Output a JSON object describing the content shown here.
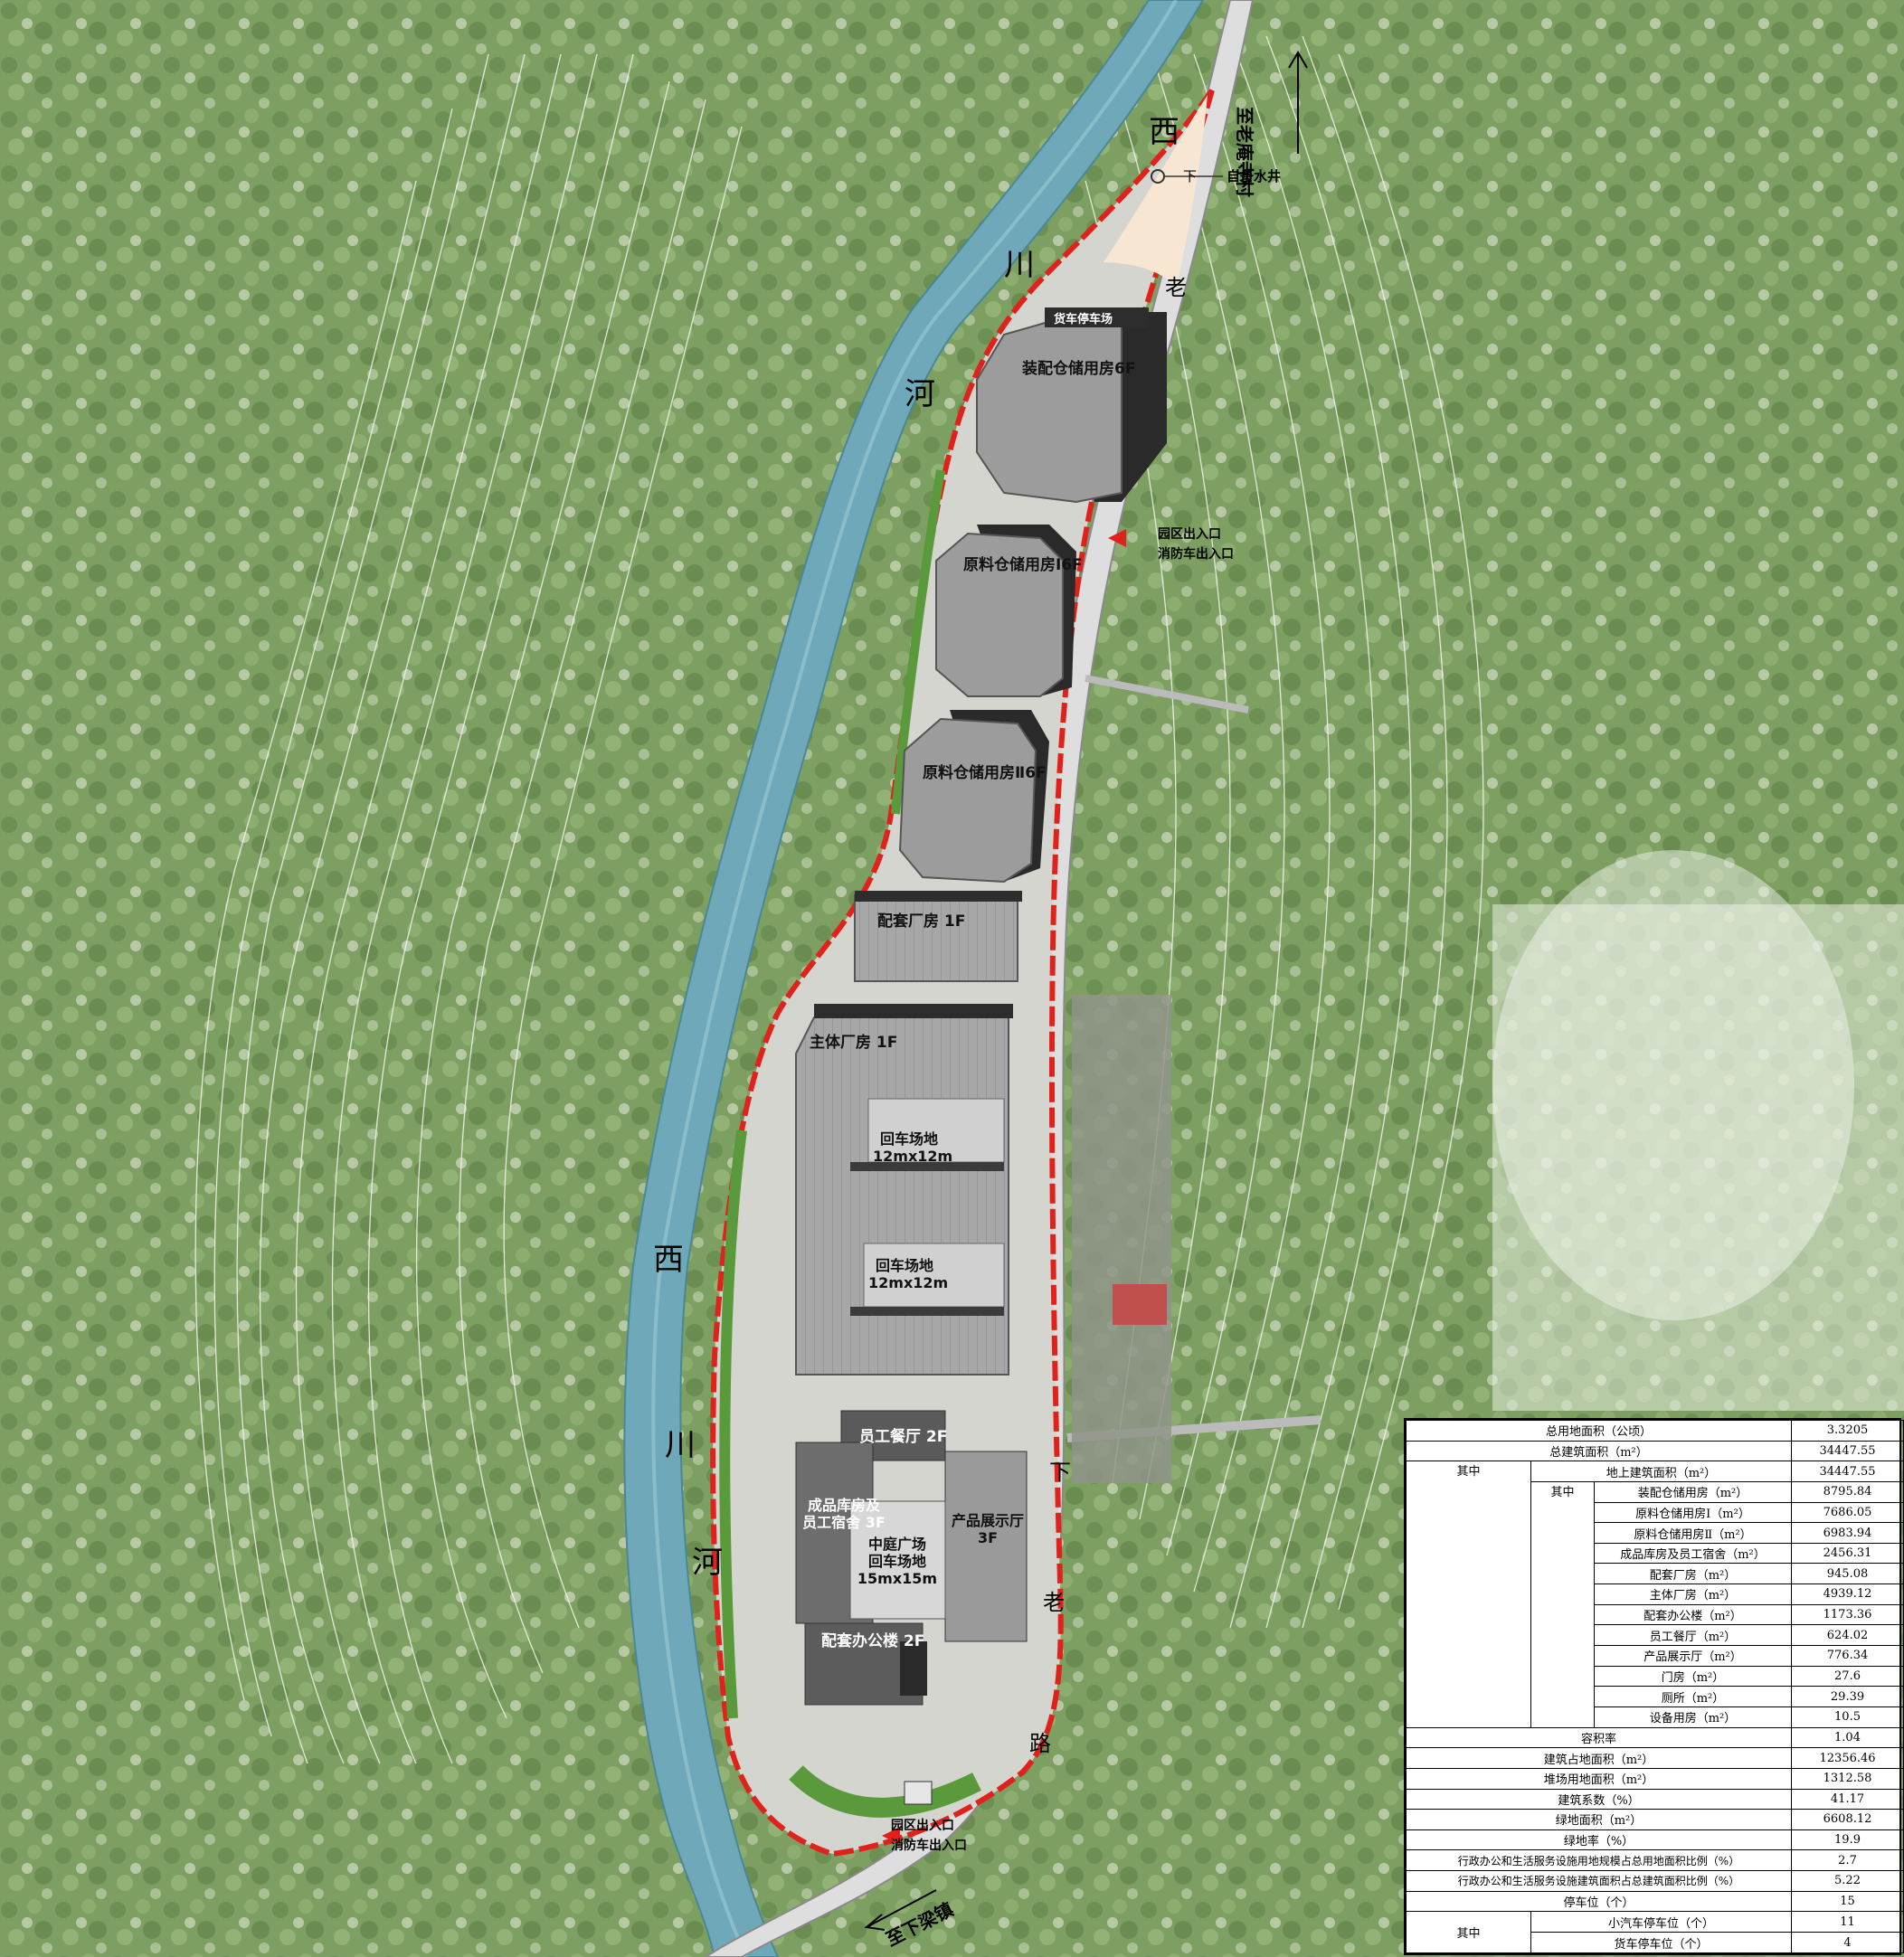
{
  "map": {
    "river_name": [
      "西",
      "川",
      "河"
    ],
    "road_name": [
      "老",
      "下",
      "路"
    ],
    "north_direction": "至老庵寺村",
    "south_direction": "至下梁镇",
    "well_label": "自备水井",
    "well_marker": "下",
    "gates": [
      {
        "line1": "园区出入口",
        "line2": "消防车出入口"
      },
      {
        "line1": "园区出入口",
        "line2": "消防车出入口"
      }
    ],
    "buildings": {
      "assembly_warehouse": "装配仓储用房6F",
      "truck_yard": "货车停车场",
      "raw_warehouse_1": "原料仓储用房Ⅰ6F",
      "raw_warehouse_2": "原料仓储用房Ⅱ6F",
      "support_workshop": "配套厂房 1F",
      "main_workshop": "主体厂房 1F",
      "turn_yard_1_a": "回车场地",
      "turn_yard_1_b": "12mx12m",
      "turn_yard_2_a": "回车场地",
      "turn_yard_2_b": "12mx12m",
      "canteen": "员工餐厅  2F",
      "dorm_a": "成品库房及",
      "dorm_b": "员工宿舍 3F",
      "showroom_a": "产品展示厅",
      "showroom_b": "3F",
      "plaza_a": "中庭广场",
      "plaza_b": "回车场地",
      "plaza_c": "15mx15m",
      "office": "配套办公楼  2F"
    }
  },
  "stats": {
    "rows": [
      {
        "k1": "总用地面积（公顷）",
        "v": "3.3205"
      },
      {
        "k1": "总建筑面积（m²）",
        "v": "34447.55"
      },
      {
        "g": "其中",
        "k1": "地上建筑面积（m²）",
        "v": "34447.55"
      },
      {
        "g2": "其中",
        "k1": "装配仓储用房（m²）",
        "v": "8795.84"
      },
      {
        "k1": "原料仓储用房Ⅰ（m²）",
        "v": "7686.05"
      },
      {
        "k1": "原料仓储用房Ⅱ（m²）",
        "v": "6983.94"
      },
      {
        "k1": "成品库房及员工宿舍（m²）",
        "v": "2456.31"
      },
      {
        "k1": "配套厂房（m²）",
        "v": "945.08"
      },
      {
        "k1": "主体厂房（m²）",
        "v": "4939.12"
      },
      {
        "k1": "配套办公楼（m²）",
        "v": "1173.36"
      },
      {
        "k1": "员工餐厅（m²）",
        "v": "624.02"
      },
      {
        "k1": "产品展示厅（m²）",
        "v": "776.34"
      },
      {
        "k1": "门房（m²）",
        "v": "27.6"
      },
      {
        "k1": "厕所（m²）",
        "v": "29.39"
      },
      {
        "k1": "设备用房（m²）",
        "v": "10.5"
      },
      {
        "k1": "容积率",
        "v": "1.04"
      },
      {
        "k1": "建筑占地面积（m²）",
        "v": "12356.46"
      },
      {
        "k1": "堆场用地面积（m²）",
        "v": "1312.58"
      },
      {
        "k1": "建筑系数（%）",
        "v": "41.17"
      },
      {
        "k1": "绿地面积（m²）",
        "v": "6608.12"
      },
      {
        "k1": "绿地率（%）",
        "v": "19.9"
      },
      {
        "k1": "行政办公和生活服务设施用地规模占总用地面积比例（%）",
        "v": "2.7"
      },
      {
        "k1": "行政办公和生活服务设施建筑面积占总建筑面积比例（%）",
        "v": "5.22"
      },
      {
        "k1": "停车位（个）",
        "v": "15"
      },
      {
        "g": "其中",
        "k1": "小汽车停车位（个）",
        "v": "11"
      },
      {
        "k1": "货车停车位（个）",
        "v": "4"
      }
    ]
  }
}
